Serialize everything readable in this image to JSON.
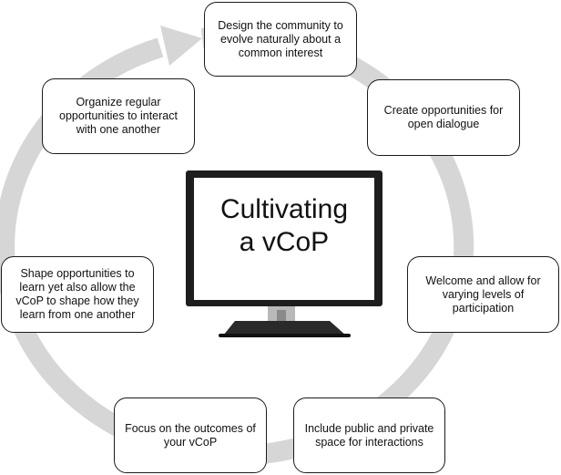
{
  "center": {
    "line1": "Cultivating",
    "line2": "a vCoP"
  },
  "nodes": [
    {
      "line1": "Design the community to",
      "line2": "evolve naturally about a",
      "line3": "common interest"
    },
    {
      "line1": "Create opportunities for",
      "line2": "open dialogue",
      "line3": ""
    },
    {
      "line1": "Welcome and allow for",
      "line2": "varying levels of",
      "line3": "participation"
    },
    {
      "line1": "Include public and private",
      "line2": "space for interactions",
      "line3": ""
    },
    {
      "line1": "Focus on the outcomes of",
      "line2": "your vCoP",
      "line3": ""
    },
    {
      "line1": "Shape opportunities to",
      "line2": "learn yet also allow the",
      "line3": "vCoP to shape how they",
      "line4": "learn from one another"
    },
    {
      "line1": "Organize regular",
      "line2": "opportunities to interact",
      "line3": "with one another"
    }
  ],
  "colors": {
    "cycle_ring": "#d6d6d6",
    "box_border": "#1a1a1a",
    "monitor_body": "#1e1e1e"
  }
}
